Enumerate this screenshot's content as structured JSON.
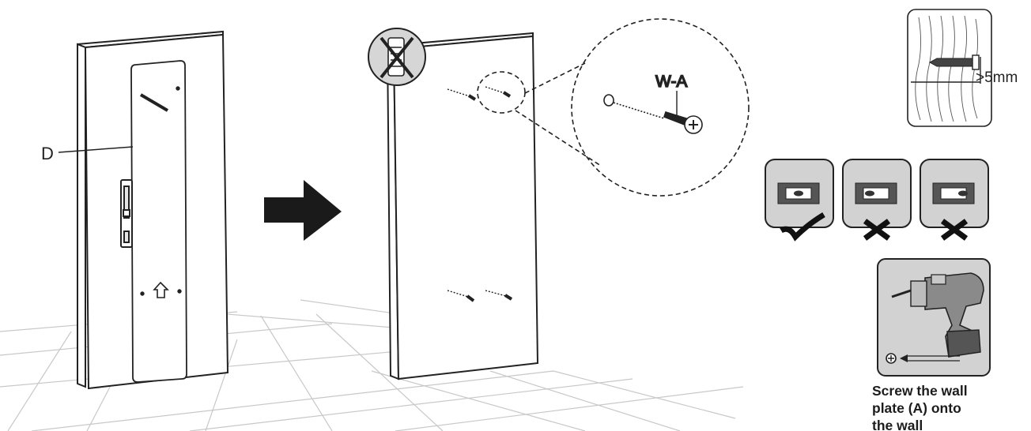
{
  "labels": {
    "panel": "D",
    "screw": "W-A",
    "depth": ">5mm"
  },
  "caption": "Screw the wall\nplate (A) onto\nthe wall",
  "level_checks": [
    {
      "state": "correct",
      "icon": "check-mark-icon"
    },
    {
      "state": "wrong",
      "icon": "cross-mark-icon"
    },
    {
      "state": "wrong",
      "icon": "cross-mark-icon"
    }
  ],
  "icons": {
    "no_anchor": "no-wall-anchor-icon",
    "arrow": "right-arrow-icon",
    "drill": "power-drill-icon",
    "screw_head": "phillips-screw-icon"
  },
  "colors": {
    "line": "#222222",
    "panel_fill": "#ffffff",
    "tile_grid": "#c8c8c8",
    "icon_bg": "#d2d2d2",
    "arrow": "#1a1a1a"
  }
}
